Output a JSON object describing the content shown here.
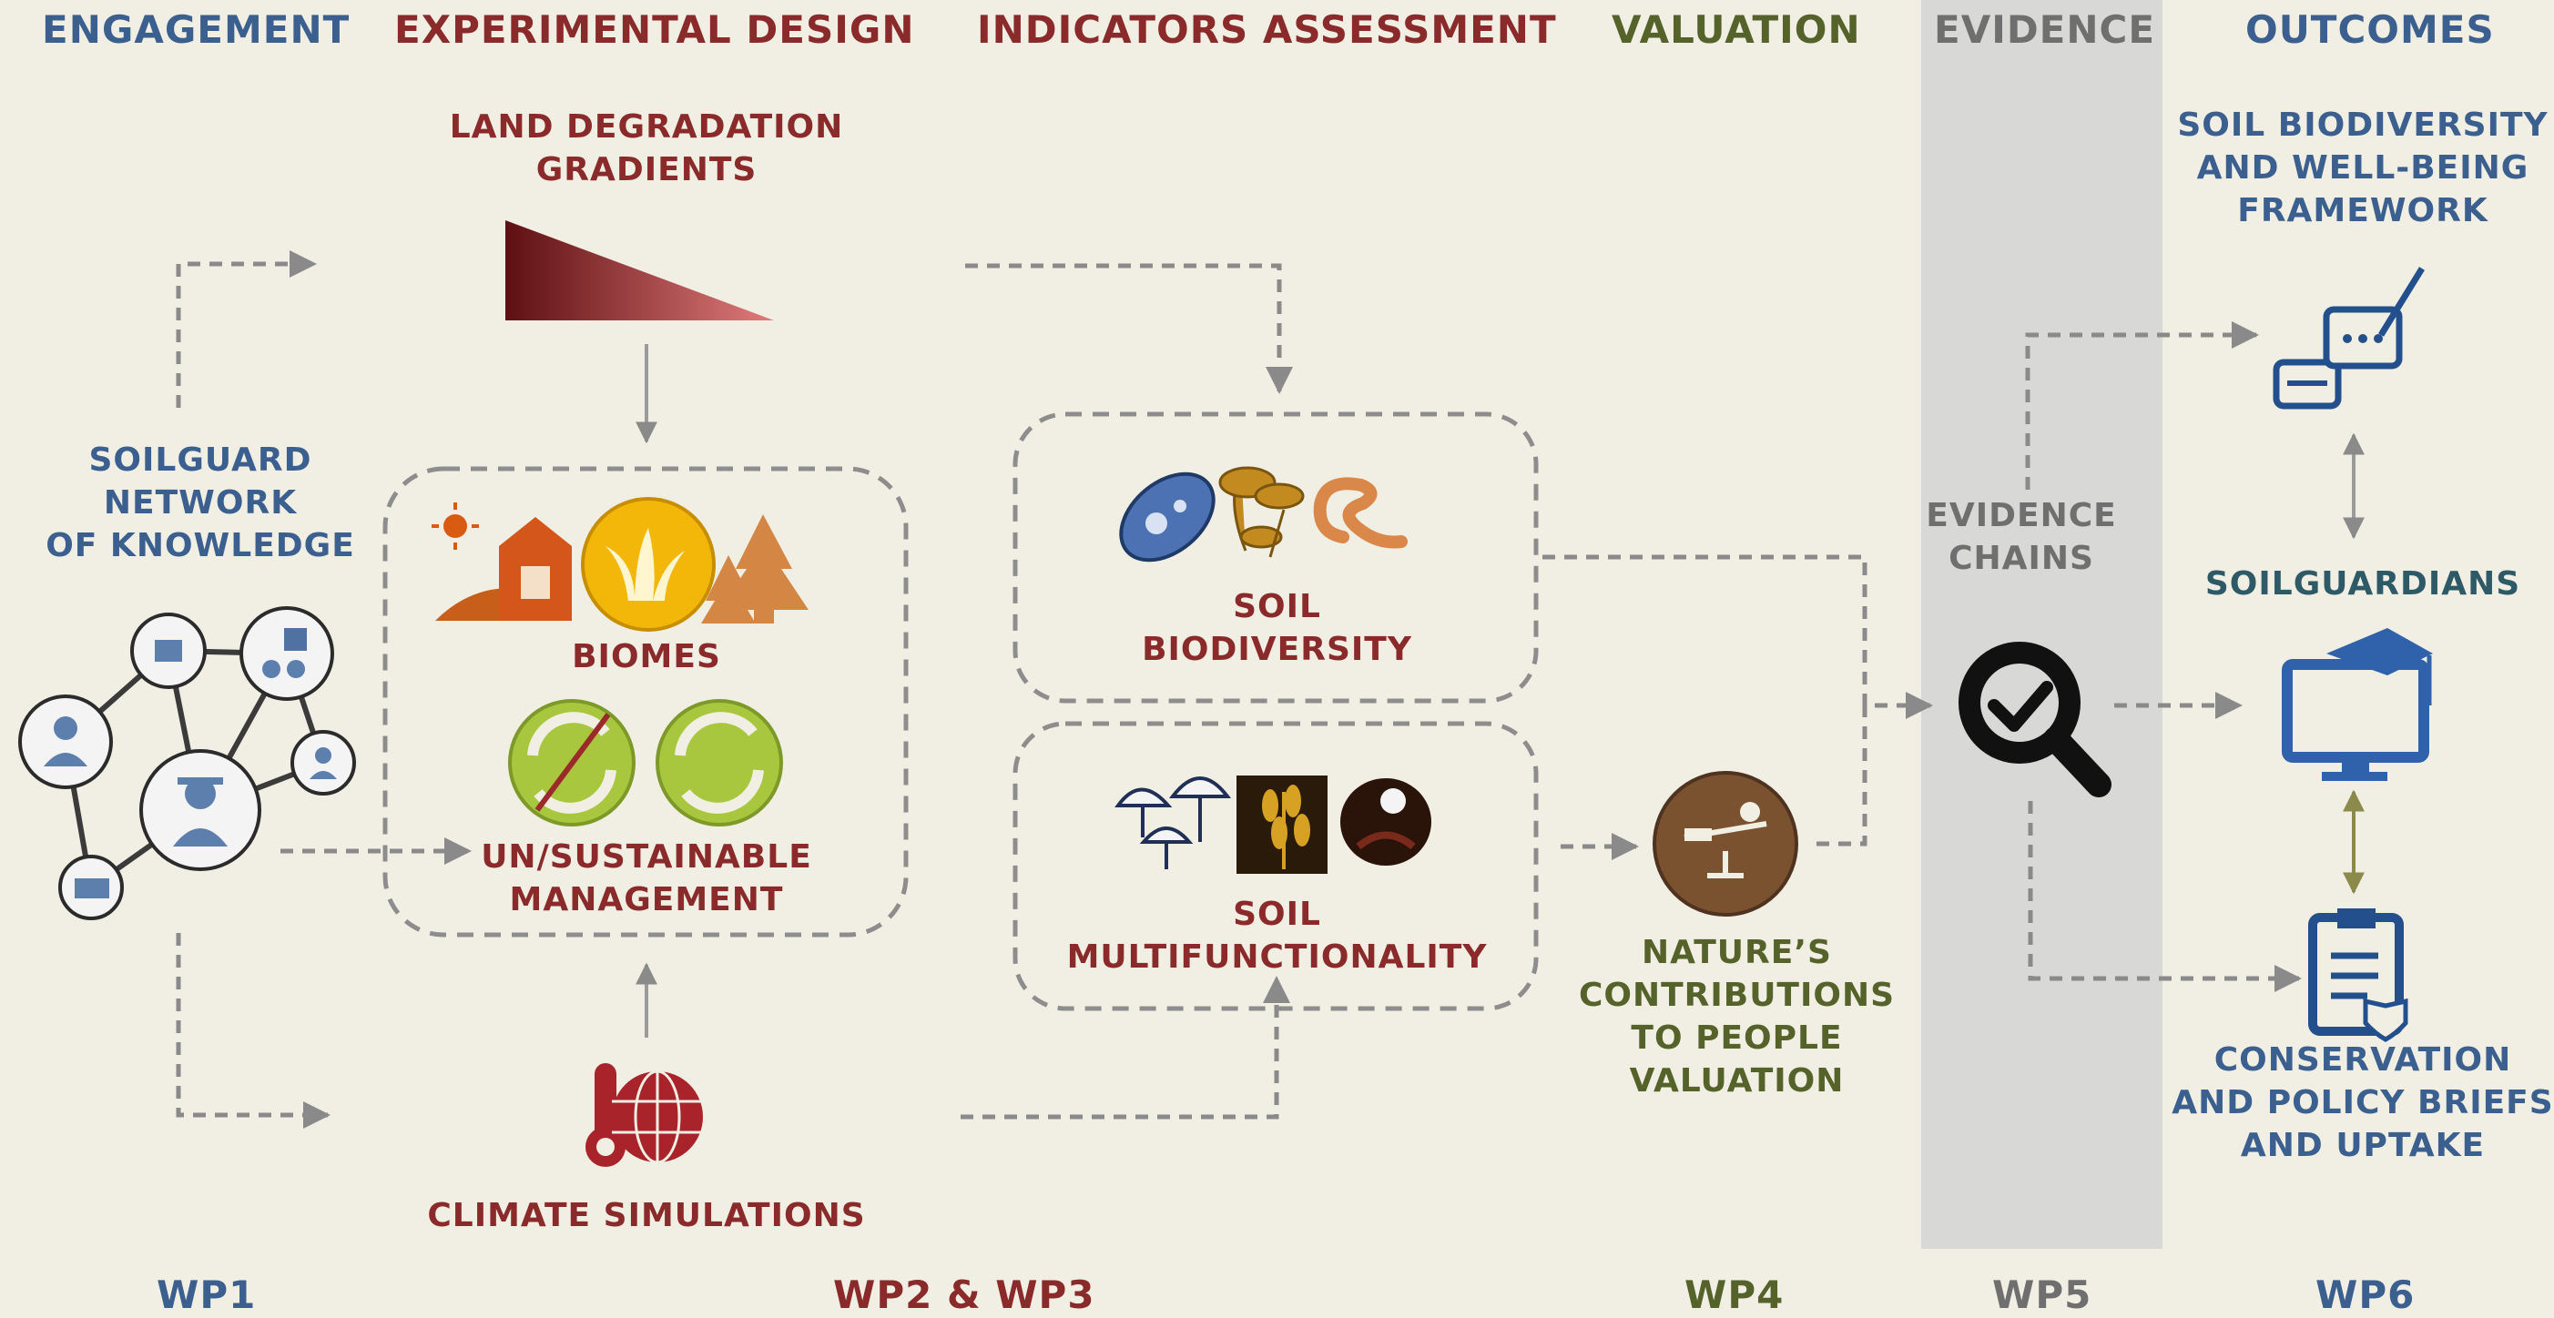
{
  "headers": {
    "engagement": "ENGAGEMENT",
    "experimental_design": "EXPERIMENTAL DESIGN",
    "indicators_assessment": "INDICATORS ASSESSMENT",
    "valuation": "VALUATION",
    "evidence": "EVIDENCE",
    "outcomes": "OUTCOMES"
  },
  "nodes": {
    "land_degradation": [
      "LAND DEGRADATION",
      "GRADIENTS"
    ],
    "network": [
      "SOILGUARD",
      "NETWORK",
      "OF KNOWLEDGE"
    ],
    "biomes": "BIOMES",
    "management": [
      "UN/SUSTAINABLE",
      "MANAGEMENT"
    ],
    "climate": "CLIMATE SIMULATIONS",
    "soil_biodiversity": [
      "SOIL",
      "BIODIVERSITY"
    ],
    "soil_multifunctionality": [
      "SOIL",
      "MULTIFUNCTIONALITY"
    ],
    "ncp": [
      "NATURE’S",
      "CONTRIBUTIONS",
      "TO PEOPLE",
      "VALUATION"
    ],
    "evidence_chains": [
      "EVIDENCE",
      "CHAINS"
    ],
    "framework": [
      "SOIL BIODIVERSITY",
      "AND WELL-BEING",
      "FRAMEWORK"
    ],
    "soilguardians": "SOILGUARDIANS",
    "briefs": [
      "CONSERVATION",
      "AND POLICY BRIEFS",
      "AND UPTAKE"
    ]
  },
  "work_packages": {
    "wp1": "WP1",
    "wp23": "WP2 & WP3",
    "wp4": "WP4",
    "wp5": "WP5",
    "wp6": "WP6"
  },
  "colors": {
    "background": "#f1efe4",
    "blue": "#3b5f8e",
    "red": "#8a2a2a",
    "green": "#55632b",
    "gray": "#6f6f6f",
    "evidence_band": "#d8d8d6"
  },
  "icons": [
    "gradient-wedge-icon",
    "network-icon",
    "barn-sun-icon",
    "grass-icon",
    "trees-icon",
    "unsustainable-cycle-icon",
    "sustainable-cycle-icon",
    "thermometer-globe-icon",
    "microbe-icon",
    "mushrooms-icon",
    "worm-icon",
    "fungi-icon",
    "wheat-icon",
    "soil-n-icon",
    "balance-icon",
    "magnifier-check-icon",
    "chat-pen-icon",
    "computer-graduate-icon",
    "clipboard-shield-icon"
  ]
}
